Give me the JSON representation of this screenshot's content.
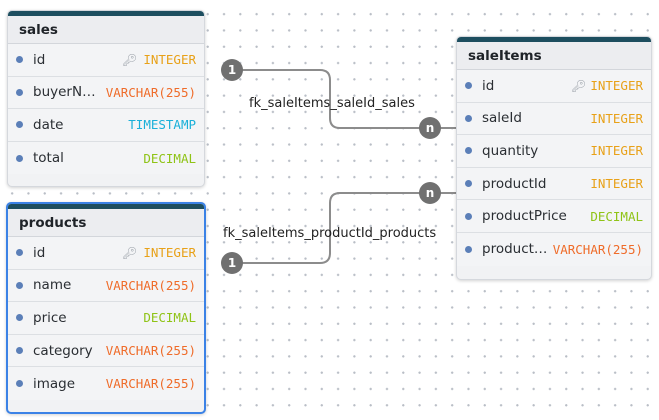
{
  "colors": {
    "header_bar": "#1d4e5f",
    "selected_border": "#3b82e6",
    "INTEGER": "#e8a118",
    "VARCHAR": "#ef6c2a",
    "TIMESTAMP": "#1ab0d9",
    "DECIMAL": "#8fc316",
    "edge": "#8c8c8c",
    "badge": "#707070"
  },
  "tables": {
    "sales": {
      "name": "sales",
      "fields": [
        {
          "name": "id",
          "type": "INTEGER",
          "pk": true,
          "key_icon": "key-icon"
        },
        {
          "name": "buyerNa…",
          "type": "VARCHAR(255)"
        },
        {
          "name": "date",
          "type": "TIMESTAMP"
        },
        {
          "name": "total",
          "type": "DECIMAL"
        }
      ]
    },
    "products": {
      "name": "products",
      "fields": [
        {
          "name": "id",
          "type": "INTEGER",
          "pk": true,
          "key_icon": "key-icon"
        },
        {
          "name": "name",
          "type": "VARCHAR(255)"
        },
        {
          "name": "price",
          "type": "DECIMAL"
        },
        {
          "name": "category",
          "type": "VARCHAR(255)"
        },
        {
          "name": "image",
          "type": "VARCHAR(255)"
        }
      ]
    },
    "saleItems": {
      "name": "saleItems",
      "fields": [
        {
          "name": "id",
          "type": "INTEGER",
          "pk": true,
          "key_icon": "key-icon"
        },
        {
          "name": "saleId",
          "type": "INTEGER"
        },
        {
          "name": "quantity",
          "type": "INTEGER"
        },
        {
          "name": "productId",
          "type": "INTEGER"
        },
        {
          "name": "productPrice",
          "type": "DECIMAL"
        },
        {
          "name": "product…",
          "type": "VARCHAR(255)"
        }
      ]
    }
  },
  "relationships": [
    {
      "name": "fk_saleItems_saleId_sales",
      "from": "sales.id",
      "to": "saleItems.saleId",
      "from_card": "1",
      "to_card": "n"
    },
    {
      "name": "fk_saleItems_productId_products",
      "from": "products.id",
      "to": "saleItems.productId",
      "from_card": "1",
      "to_card": "n"
    }
  ]
}
